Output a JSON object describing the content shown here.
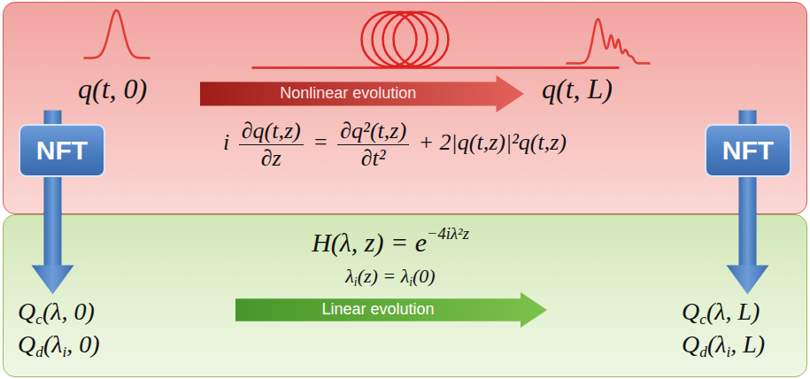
{
  "diagram": {
    "nodes": [
      {
        "text": [
          "i ∂q(t,z)∂z = ∂q²(t,z)∂t² + 2|q(t,z)|²q(t,z)"
        ]
      },
      {
        "text": [
          "Nonlinear evolution"
        ],
        "in": 0
      },
      {
        "text": [
          "NFT"
        ]
      },
      {
        "text": [
          "NFT"
        ]
      },
      {
        "text": [
          "H(λ, z) = e−4iλ²z",
          "λi(z) = λi(0)"
        ]
      },
      {
        "text": [
          "Linear evolution"
        ],
        "in": 4
      }
    ],
    "labels": [
      "q(t, 0)",
      "q(t, L)",
      "Qc(λ, 0)",
      "Qd(λi, 0)",
      "Qc(λ, L)",
      "Qd(λi, L)"
    ]
  }
}
